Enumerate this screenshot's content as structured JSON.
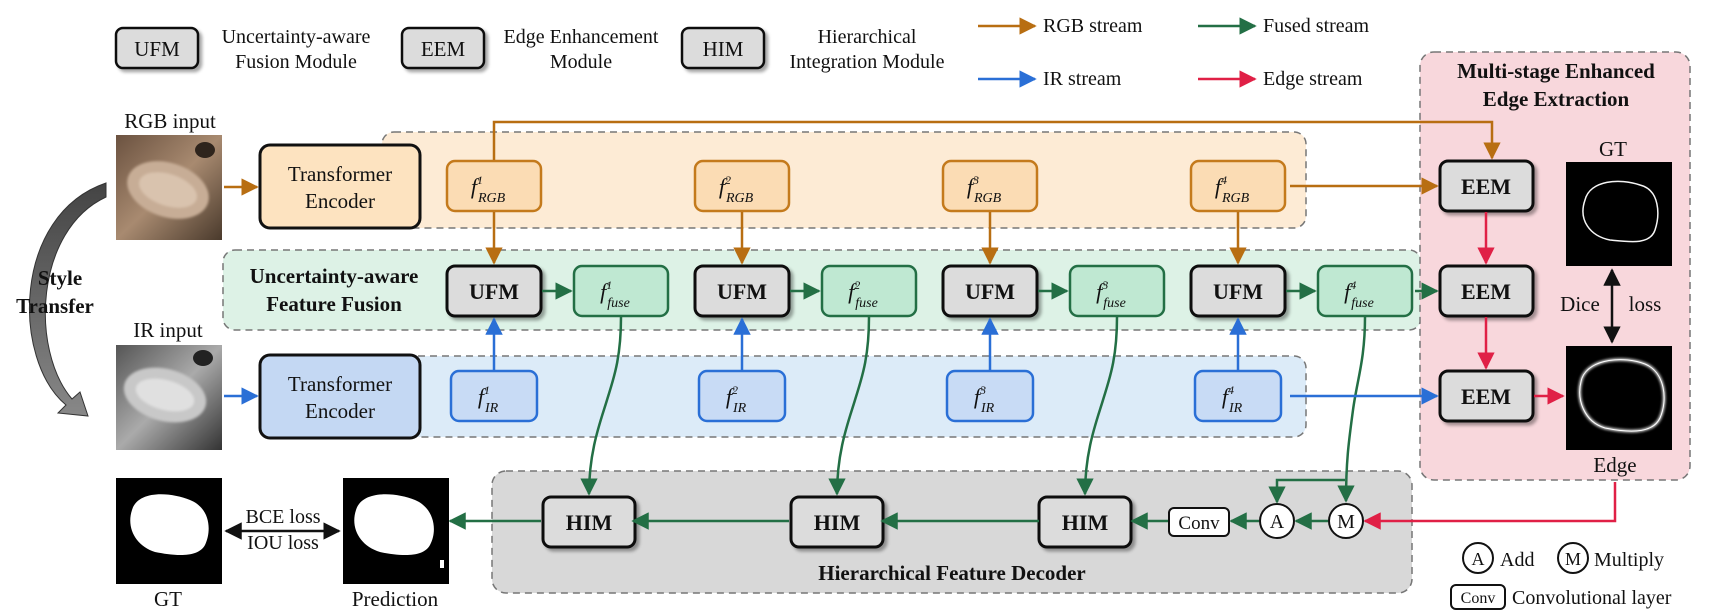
{
  "legend": {
    "modules": [
      {
        "abbr": "UFM",
        "line1": "Uncertainty-aware",
        "line2": "Fusion Module"
      },
      {
        "abbr": "EEM",
        "line1": "Edge Enhancement",
        "line2": "Module"
      },
      {
        "abbr": "HIM",
        "line1": "Hierarchical",
        "line2": "Integration Module"
      }
    ],
    "streams": [
      {
        "label": "RGB stream",
        "color": "#b86e12"
      },
      {
        "label": "Fused stream",
        "color": "#236f45"
      },
      {
        "label": "IR stream",
        "color": "#2a6fd6"
      },
      {
        "label": "Edge stream",
        "color": "#e02046"
      }
    ]
  },
  "inputs": {
    "rgb_label": "RGB input",
    "ir_label": "IR input",
    "style_transfer_line1": "Style",
    "style_transfer_line2": "Transfer"
  },
  "encoder": {
    "line1": "Transformer",
    "line2": "Encoder"
  },
  "features": {
    "rgb_base": "f",
    "rgb_sub": "RGB",
    "ir_base": "f",
    "ir_sub": "IR",
    "fuse_base": "f",
    "fuse_sub": "fuse",
    "stages": [
      "1",
      "2",
      "3",
      "4"
    ]
  },
  "modules": {
    "ufm": "UFM",
    "eem": "EEM",
    "him": "HIM",
    "conv": "Conv",
    "add": "A",
    "multiply": "M"
  },
  "fusion_panel": {
    "line1": "Uncertainty-aware",
    "line2": "Feature Fusion"
  },
  "edge_panel": {
    "line1": "Multi-stage Enhanced",
    "line2": "Edge Extraction",
    "gt_label": "GT",
    "edge_label": "Edge",
    "dice_line1": "Dice",
    "dice_line2": "loss"
  },
  "decoder": {
    "title": "Hierarchical Feature Decoder"
  },
  "outputs": {
    "gt_label": "GT",
    "prediction_label": "Prediction",
    "loss1": "BCE loss",
    "loss2": "IOU loss"
  },
  "bottom_legend": {
    "add_label": "Add",
    "multiply_label": "Multiply",
    "conv_label": "Convolutional layer"
  },
  "colors": {
    "rgb_panel": "#fdebd5",
    "rgb_feature": "#fbdcb4",
    "rgb_encoder": "#fde3c0",
    "fusion_panel": "#ddf2e6",
    "fuse_feature": "#bfe8d2",
    "ir_panel": "#dcebf8",
    "ir_feature": "#c8dbf5",
    "ir_encoder": "#c4d8f3",
    "edge_panel": "#f8d7dc",
    "decoder_panel": "#d8d8d8",
    "module": "#dcdcdc"
  }
}
